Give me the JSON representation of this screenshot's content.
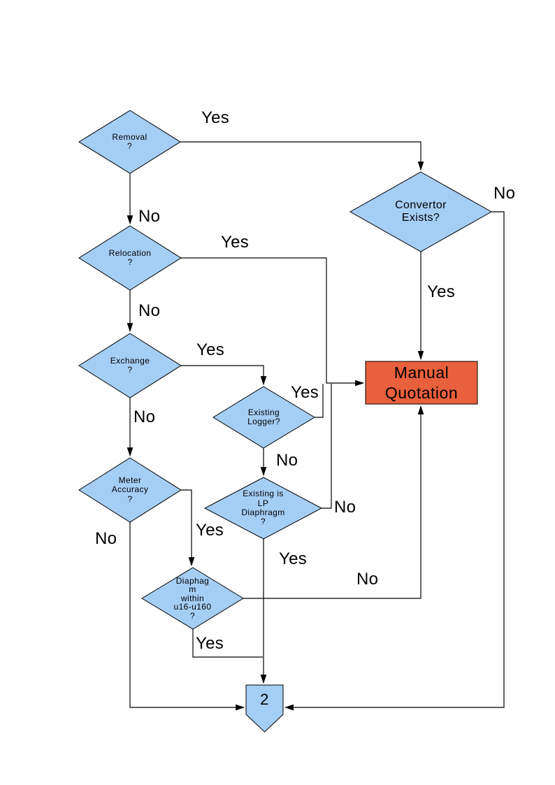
{
  "diagram": {
    "type": "flowchart",
    "colors": {
      "node_fill": "#a5cef5",
      "alert_fill": "#e9603c",
      "line": "#000000",
      "background": "#ffffff"
    },
    "nodes": [
      {
        "id": "removal",
        "shape": "diamond",
        "label": "Removal\n?"
      },
      {
        "id": "relocation",
        "shape": "diamond",
        "label": "Relocation\n?"
      },
      {
        "id": "exchange",
        "shape": "diamond",
        "label": "Exchange\n?"
      },
      {
        "id": "meter_accuracy",
        "shape": "diamond",
        "label": "Meter\nAccuracy\n?"
      },
      {
        "id": "existing_logger",
        "shape": "diamond",
        "label": "Existing\nLogger?"
      },
      {
        "id": "existing_lp",
        "shape": "diamond",
        "label": "Existing is\nLP\nDiaphragm\n?"
      },
      {
        "id": "diaphragm_range",
        "shape": "diamond",
        "label": "Diaphag\nm\nwithin\nu16-u160\n?"
      },
      {
        "id": "convertor_exists",
        "shape": "diamond",
        "label": "Convertor\nExists?"
      },
      {
        "id": "manual_quotation",
        "shape": "rectangle",
        "label": "Manual\nQuotation"
      },
      {
        "id": "connector_2",
        "shape": "off-page-connector",
        "label": "2"
      }
    ],
    "edges": [
      {
        "from": "removal",
        "to": "convertor_exists",
        "label": "Yes"
      },
      {
        "from": "removal",
        "to": "relocation",
        "label": "No"
      },
      {
        "from": "relocation",
        "to": "manual_quotation",
        "label": "Yes"
      },
      {
        "from": "relocation",
        "to": "exchange",
        "label": "No"
      },
      {
        "from": "exchange",
        "to": "existing_logger",
        "label": "Yes"
      },
      {
        "from": "exchange",
        "to": "meter_accuracy",
        "label": "No"
      },
      {
        "from": "existing_logger",
        "to": "manual_quotation",
        "label": "Yes"
      },
      {
        "from": "existing_logger",
        "to": "existing_lp",
        "label": "No"
      },
      {
        "from": "existing_lp",
        "to": "manual_quotation",
        "label": "No"
      },
      {
        "from": "existing_lp",
        "to": "connector_2",
        "label": "Yes"
      },
      {
        "from": "meter_accuracy",
        "to": "diaphragm_range",
        "label": "Yes"
      },
      {
        "from": "meter_accuracy",
        "to": "connector_2",
        "label": "No"
      },
      {
        "from": "diaphragm_range",
        "to": "manual_quotation",
        "label": "No"
      },
      {
        "from": "diaphragm_range",
        "to": "connector_2",
        "label": "Yes"
      },
      {
        "from": "convertor_exists",
        "to": "manual_quotation",
        "label": "Yes"
      },
      {
        "from": "convertor_exists",
        "to": "connector_2",
        "label": "No"
      }
    ]
  }
}
